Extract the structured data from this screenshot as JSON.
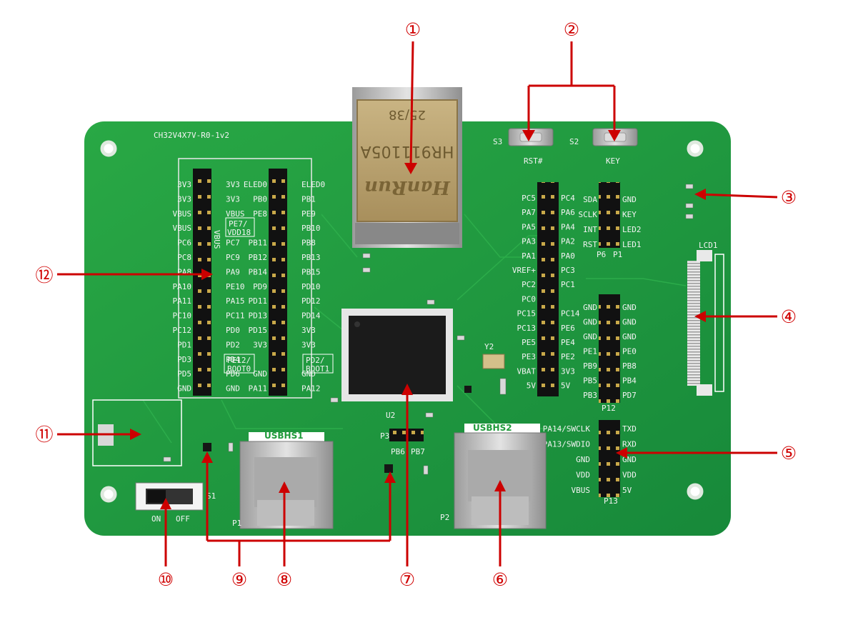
{
  "board": {
    "title": "CH32V4X7V-R0-1v2",
    "ethernet_jack": {
      "top_text": "25/38",
      "model": "HR911105A",
      "brand": "HanRun"
    },
    "buttons": {
      "reset_ref": "S3",
      "reset_label": "RST#",
      "key_ref": "S2",
      "key_label": "KEY"
    },
    "usb_ports": {
      "left_label": "USBHS1",
      "right_label": "USBHS2",
      "left_ref": "P1",
      "right_ref": "P2"
    },
    "mcu": {
      "label": "U2"
    },
    "lcd_connector": "LCD1",
    "power_switch": {
      "ref": "S1",
      "on": "ON",
      "off": "OFF"
    },
    "header_p3": {
      "ref": "P3",
      "pin_a": "PB6",
      "pin_b": "PB7"
    },
    "crystal": "Y2",
    "header_p7_left_labels": [
      "PC5",
      "PA7",
      "PA5",
      "PA3",
      "PA1",
      "VREF+",
      "PC2",
      "PC0",
      "PC15",
      "PC13",
      "PE5",
      "PE3",
      "VBAT",
      "5V"
    ],
    "header_p7_right_labels": [
      "PC4",
      "PA6",
      "PA4",
      "PA2",
      "PA0",
      "PC3",
      "PC1",
      "",
      "PC14",
      "PE6",
      "PE4",
      "PE2",
      "3V3",
      "5V"
    ],
    "header_p6_labels": [
      "SDA",
      "SCLK",
      "INT",
      "RST"
    ],
    "header_p1_labels": [
      "GND",
      "KEY",
      "LED2",
      "LED1"
    ],
    "header_p6_ref": "P6",
    "header_p1_ref": "P1",
    "header_p12_left": [
      "GND",
      "GND",
      "GND",
      "PE1",
      "PB9",
      "PB5",
      "PB3"
    ],
    "header_p12_right": [
      "GND",
      "GND",
      "GND",
      "PE0",
      "PB8",
      "PB4",
      "PD7"
    ],
    "header_p12_ref": "P12",
    "header_p13_left": [
      "PA14/SWCLK",
      "PA13/SWDIO",
      "GND",
      "VDD",
      "VBUS"
    ],
    "header_p13_right": [
      "TXD",
      "RXD",
      "GND",
      "VDD",
      "5V"
    ],
    "header_p13_ref": "P13",
    "left_header_a": [
      "3V3",
      "3V3",
      "VBUS",
      "VBUS",
      "PC6",
      "PC8",
      "PA8",
      "PA10",
      "PA11",
      "PC10",
      "PC12",
      "PD1",
      "PD3",
      "PD5",
      "GND"
    ],
    "left_header_b": [
      "3V3",
      "3V3",
      "VBUS",
      "",
      "PC7",
      "PC9",
      "PA9",
      "PE10",
      "PA15",
      "PC11",
      "PD0",
      "PD2",
      "PD4",
      "PD6",
      "GND"
    ],
    "left_header_c": [
      "ELED0",
      "PB0",
      "PE8",
      "",
      "PB11",
      "PB12",
      "PB14",
      "PD9",
      "PD11",
      "PD13",
      "PD15",
      "3V3",
      "",
      "GND",
      "PA11"
    ],
    "left_header_d": [
      "ELED0",
      "PB1",
      "PE9",
      "PB10",
      "PB8",
      "PB13",
      "PB15",
      "PD10",
      "PD12",
      "PD14",
      "3V3",
      "3V3",
      "",
      "GND",
      "PA12"
    ],
    "boxed_labels": {
      "pe7": "PE7/",
      "vdd18": "VDD18",
      "pe12": "PE12/",
      "boot0": "BOOT0",
      "pd2": "PD2/",
      "boot1": "BOOT1"
    },
    "left_header_note": "VBUS"
  },
  "callouts": [
    "①",
    "②",
    "③",
    "④",
    "⑤",
    "⑥",
    "⑦",
    "⑧",
    "⑨",
    "⑩",
    "⑪",
    "⑫"
  ],
  "colors": {
    "pcb": "#1f9a3a",
    "annotation": "#d00000",
    "metal": "#c8c8c8"
  }
}
